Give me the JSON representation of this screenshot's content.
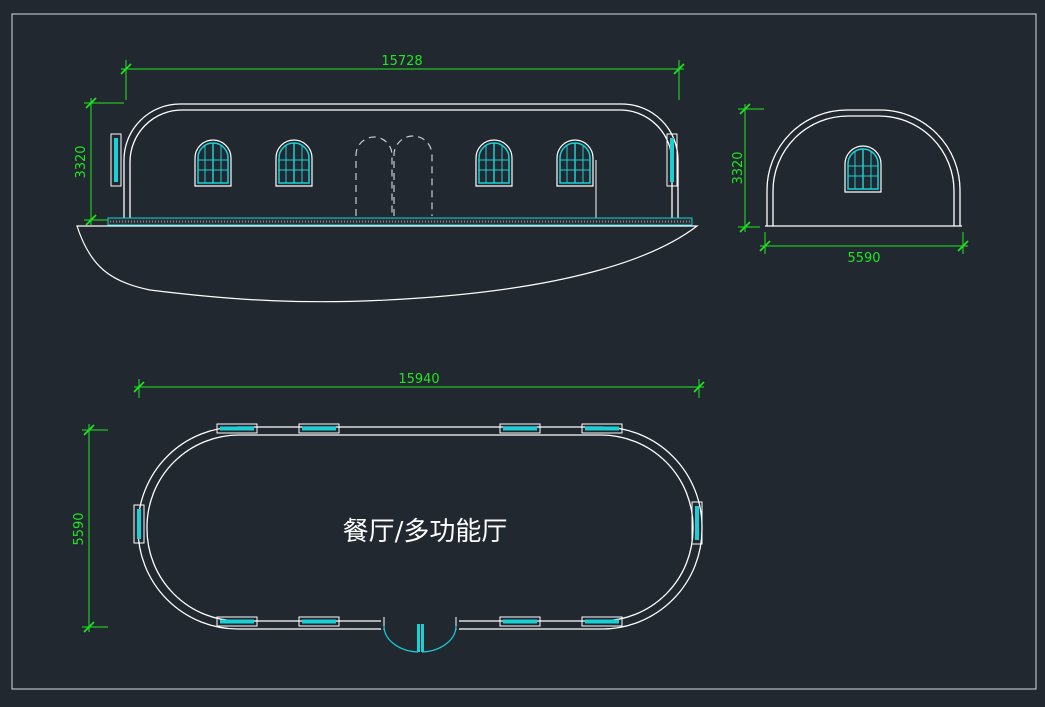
{
  "drawing": {
    "front_elevation": {
      "width_dim": "15728",
      "height_dim": "3320"
    },
    "side_elevation": {
      "width_dim": "5590",
      "height_dim": "3320"
    },
    "floor_plan": {
      "width_dim": "15940",
      "height_dim": "5590",
      "room_label": "餐厅/多功能厅"
    }
  },
  "colors": {
    "background": "#212830",
    "line": "#ffffff",
    "dimension": "#1ee81e",
    "glass": "#19d0d6"
  }
}
